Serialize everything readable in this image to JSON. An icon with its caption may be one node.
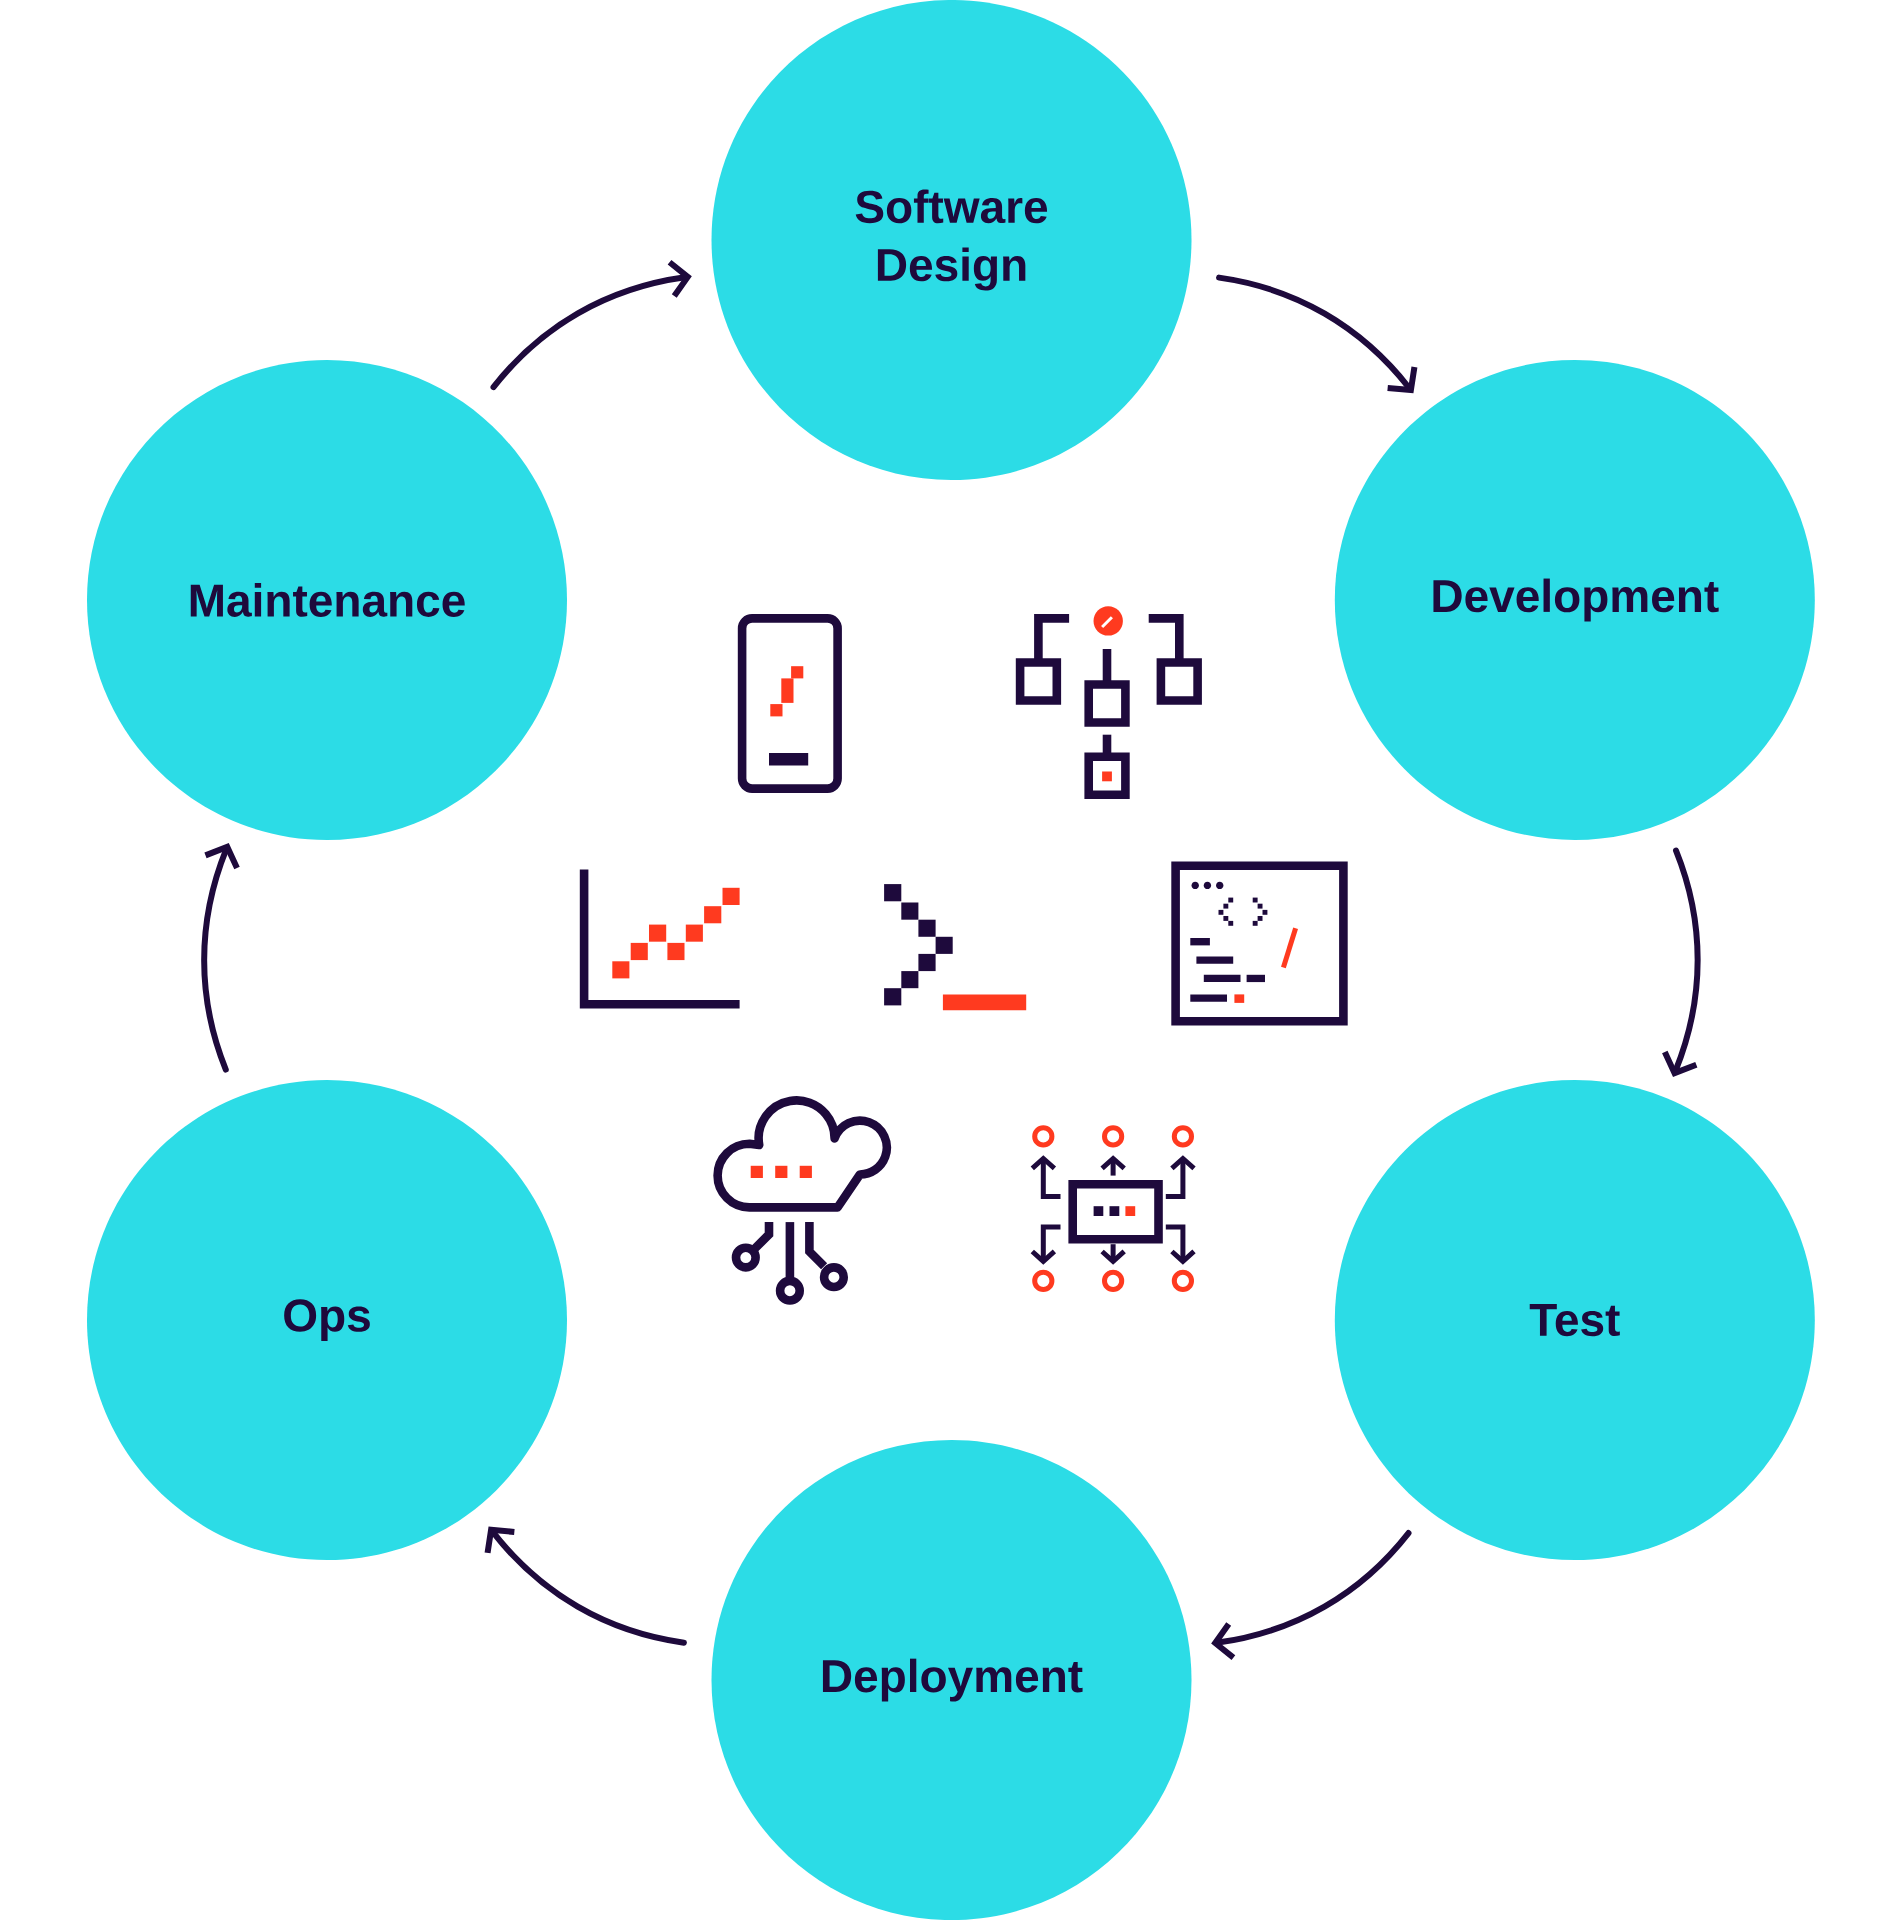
{
  "diagram": {
    "nodes": [
      {
        "text": [
          "Software Design"
        ]
      },
      {
        "text": [
          "Development"
        ]
      },
      {
        "text": [
          "Test"
        ]
      },
      {
        "text": [
          "Deployment"
        ]
      },
      {
        "text": [
          "Ops"
        ]
      },
      {
        "text": [
          "Maintenance"
        ]
      }
    ],
    "edges": [
      {
        "from": 0,
        "to": 1,
        "arrow": "to"
      },
      {
        "from": 1,
        "to": 2,
        "arrow": "to"
      },
      {
        "from": 2,
        "to": 3,
        "arrow": "to"
      },
      {
        "from": 3,
        "to": 4,
        "arrow": "to"
      },
      {
        "from": 4,
        "to": 5,
        "arrow": "to"
      },
      {
        "from": 5,
        "to": 0,
        "arrow": "to"
      }
    ]
  }
}
